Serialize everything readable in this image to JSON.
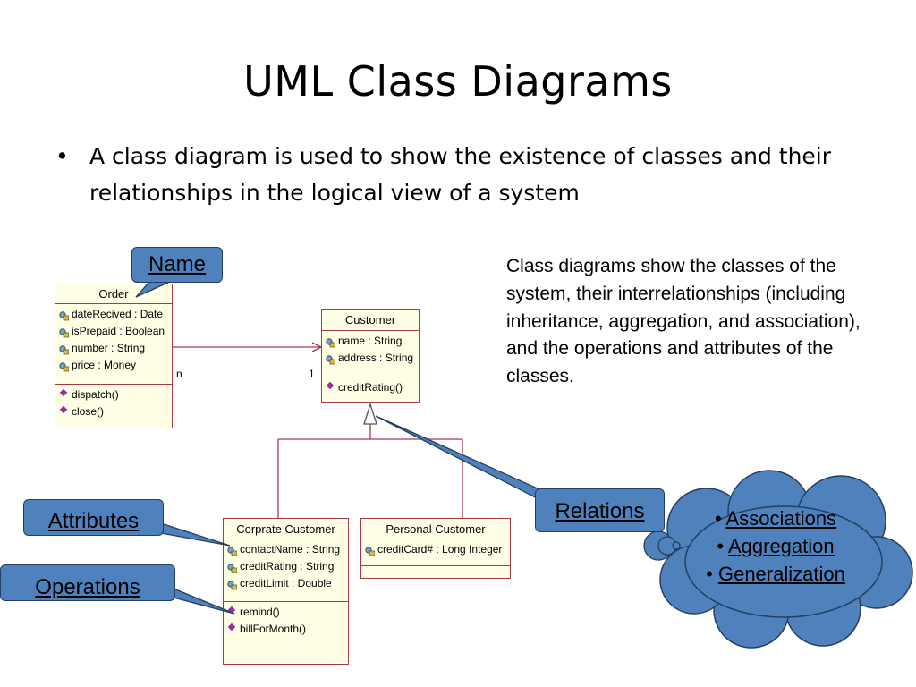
{
  "slide": {
    "title": "UML Class Diagrams",
    "bullet": "A class diagram is used to show the existence of classes and their relationships in the logical view of a system",
    "bullet_marker": "•",
    "description": "Class diagrams show the classes of the system, their interrelationships (including inheritance, aggregation, and association), and the operations and attributes of the classes."
  },
  "classes": {
    "order": {
      "name": "Order",
      "attributes": [
        "dateRecived : Date",
        "isPrepaid : Boolean",
        "number : String",
        "price : Money"
      ],
      "operations": [
        "dispatch()",
        "close()"
      ]
    },
    "customer": {
      "name": "Customer",
      "attributes": [
        "name : String",
        "address : String"
      ],
      "operations": [
        "creditRating()"
      ]
    },
    "corporate_customer": {
      "name": "Corprate Customer",
      "attributes": [
        "contactName : String",
        "creditRating : String",
        "creditLimit : Double"
      ],
      "operations": [
        "remind()",
        "billForMonth()"
      ]
    },
    "personal_customer": {
      "name": "Personal Customer",
      "attributes": [
        "creditCard# : Long Integer"
      ],
      "operations": []
    }
  },
  "association": {
    "order_multiplicity": "n",
    "customer_multiplicity": "1"
  },
  "callouts": {
    "name": "Name",
    "attributes": "Attributes",
    "operations": "Operations",
    "relations": "Relations"
  },
  "cloud": {
    "items": [
      "Associations",
      "Aggregation",
      "Generalization"
    ],
    "marker": "•"
  },
  "colors": {
    "class_fill": "#ffffe6",
    "class_border": "#a33a4a",
    "callout_fill": "#4f81bd",
    "callout_border": "#243f60",
    "operation_icon": "#9b2a9b"
  }
}
